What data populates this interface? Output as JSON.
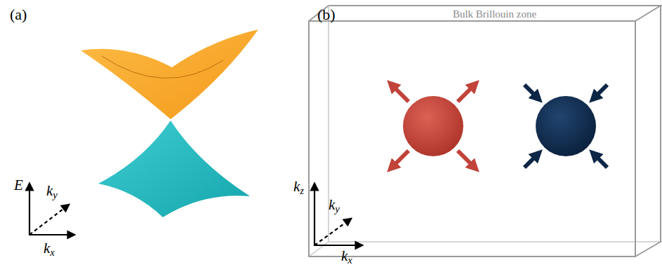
{
  "diagram": {
    "nodes": [
      {
        "text": [
          "Bulk Brillouin zone"
        ]
      }
    ],
    "labels": [
      "(a)",
      "E",
      "ky",
      "kx",
      "(b)",
      "kz",
      "ky",
      "kx"
    ]
  }
}
